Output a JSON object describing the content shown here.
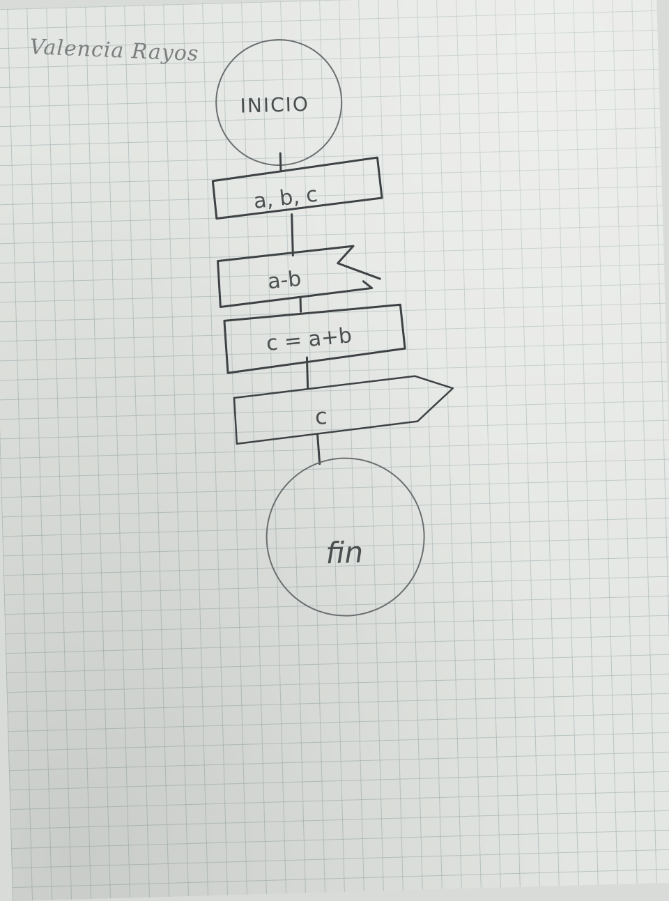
{
  "author": "Valencia Rayos",
  "flowchart": {
    "start": "INICIO",
    "input": "a, b, c",
    "read": "a-b",
    "process": "c = a+b",
    "output": "c",
    "end": "fin"
  }
}
